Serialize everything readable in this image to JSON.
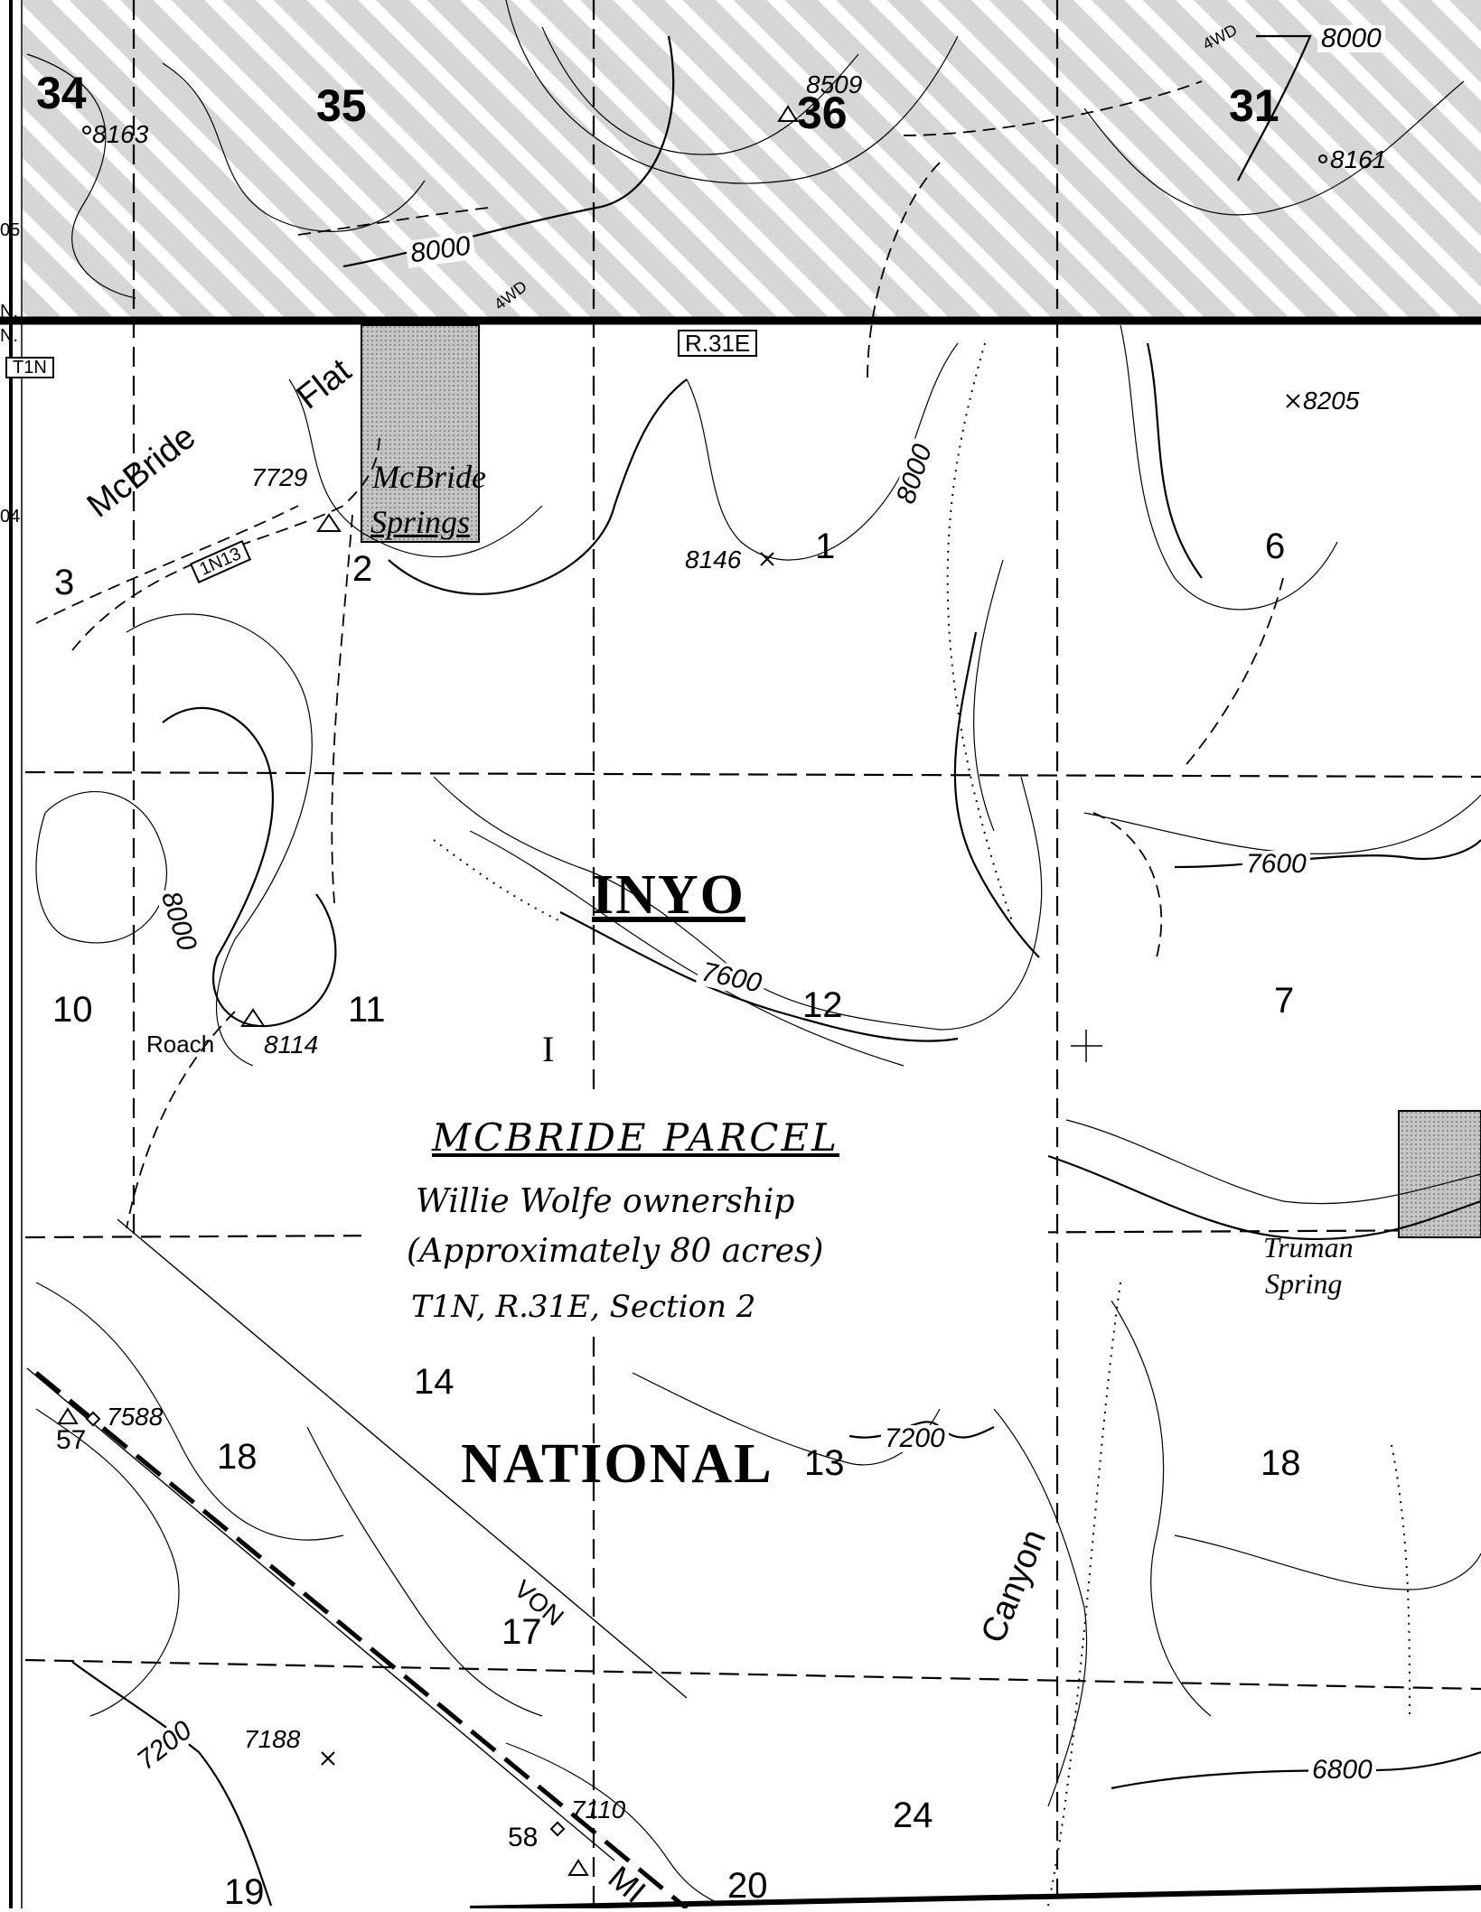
{
  "map": {
    "forest_name_1": "INYO",
    "forest_name_2": "NATIONAL",
    "township_label": "T1N",
    "range_label": "R.31E",
    "route_label": "1N13",
    "road_type_1": "4WD",
    "road_type_2": "4WD",
    "place_names": {
      "mcbride_flat_a": "McBride",
      "mcbride_flat_b": "Flat",
      "mcbride_springs_a": "McBride",
      "mcbride_springs_b": "Springs",
      "truman_spring_a": "Truman",
      "truman_spring_b": "Spring",
      "roach": "Roach",
      "canyon": "Canyon",
      "mill_partial": "MI",
      "von_partial": "VON",
      "edge_n_1": "N.",
      "edge_n_2": "N.",
      "edge_05": "05",
      "edge_04": "04"
    },
    "sections": {
      "s34": "34",
      "s35": "35",
      "s36": "36",
      "s31": "31",
      "s3": "3",
      "s2": "2",
      "s1": "1",
      "s6": "6",
      "s10": "10",
      "s11": "11",
      "s12": "12",
      "s7": "7",
      "s14": "14",
      "s13": "13",
      "s18a": "18",
      "s18b": "18",
      "s17": "17",
      "s24": "24",
      "s19": "19",
      "s20": "20",
      "roman_I": "I"
    },
    "elevations": {
      "e8163": "8163",
      "e8509": "8509",
      "e8161": "8161",
      "e8205": "8205",
      "e7729": "7729",
      "e8146": "8146",
      "e8114": "8114",
      "e7588": "7588",
      "e7188": "7188",
      "e7110": "7110"
    },
    "contours": {
      "c8000_top_right": "8000",
      "c8000_top_mid": "8000",
      "c8000_diag": "8000",
      "c8000_left": "8000",
      "c7600_right": "7600",
      "c7600_mid": "7600",
      "c7200_mid": "7200",
      "c7200_left": "7200",
      "c6800": "6800"
    },
    "benchmarks": {
      "b57": "57",
      "b58": "58"
    }
  },
  "annotation": {
    "title": "MCBRIDE PARCEL",
    "line2": "Willie Wolfe ownership",
    "line3": "(Approximately 80 acres)",
    "line4": "T1N, R.31E, Section 2"
  },
  "colors": {
    "ink": "#000000",
    "paper": "#ffffff",
    "shade": "#bdbdbd"
  }
}
